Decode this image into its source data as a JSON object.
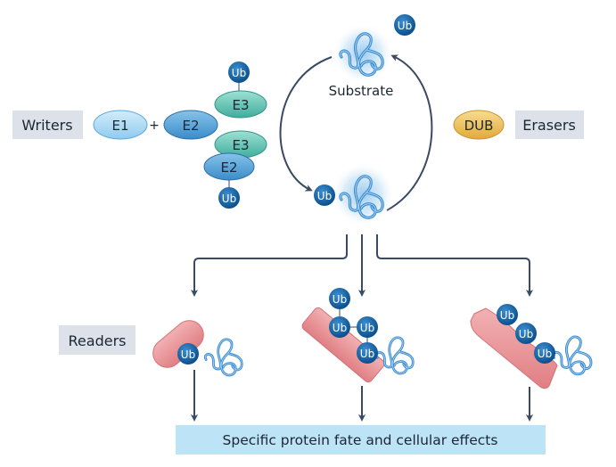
{
  "labels": {
    "writers": "Writers",
    "erasers": "Erasers",
    "readers": "Readers",
    "substrate": "Substrate",
    "outcome": "Specific protein fate and cellular effects",
    "plus": "+"
  },
  "enzymes": {
    "e1": "E1",
    "e2": "E2",
    "e3": "E3",
    "dub": "DUB"
  },
  "ubiquitin": "Ub",
  "colors": {
    "label_box": "#dde2ea",
    "outcome_box": "#bde3f7",
    "arrow": "#3a4a63",
    "ub_fill": "#0e63a8",
    "substrate_line": "#3a8ad0",
    "e1_fill": "#b7def6",
    "e2_fill": "#5aa7db",
    "e3_fill": "#62c7b8",
    "dub_fill": "#f0c465",
    "reader_fill": "#e88f92"
  }
}
